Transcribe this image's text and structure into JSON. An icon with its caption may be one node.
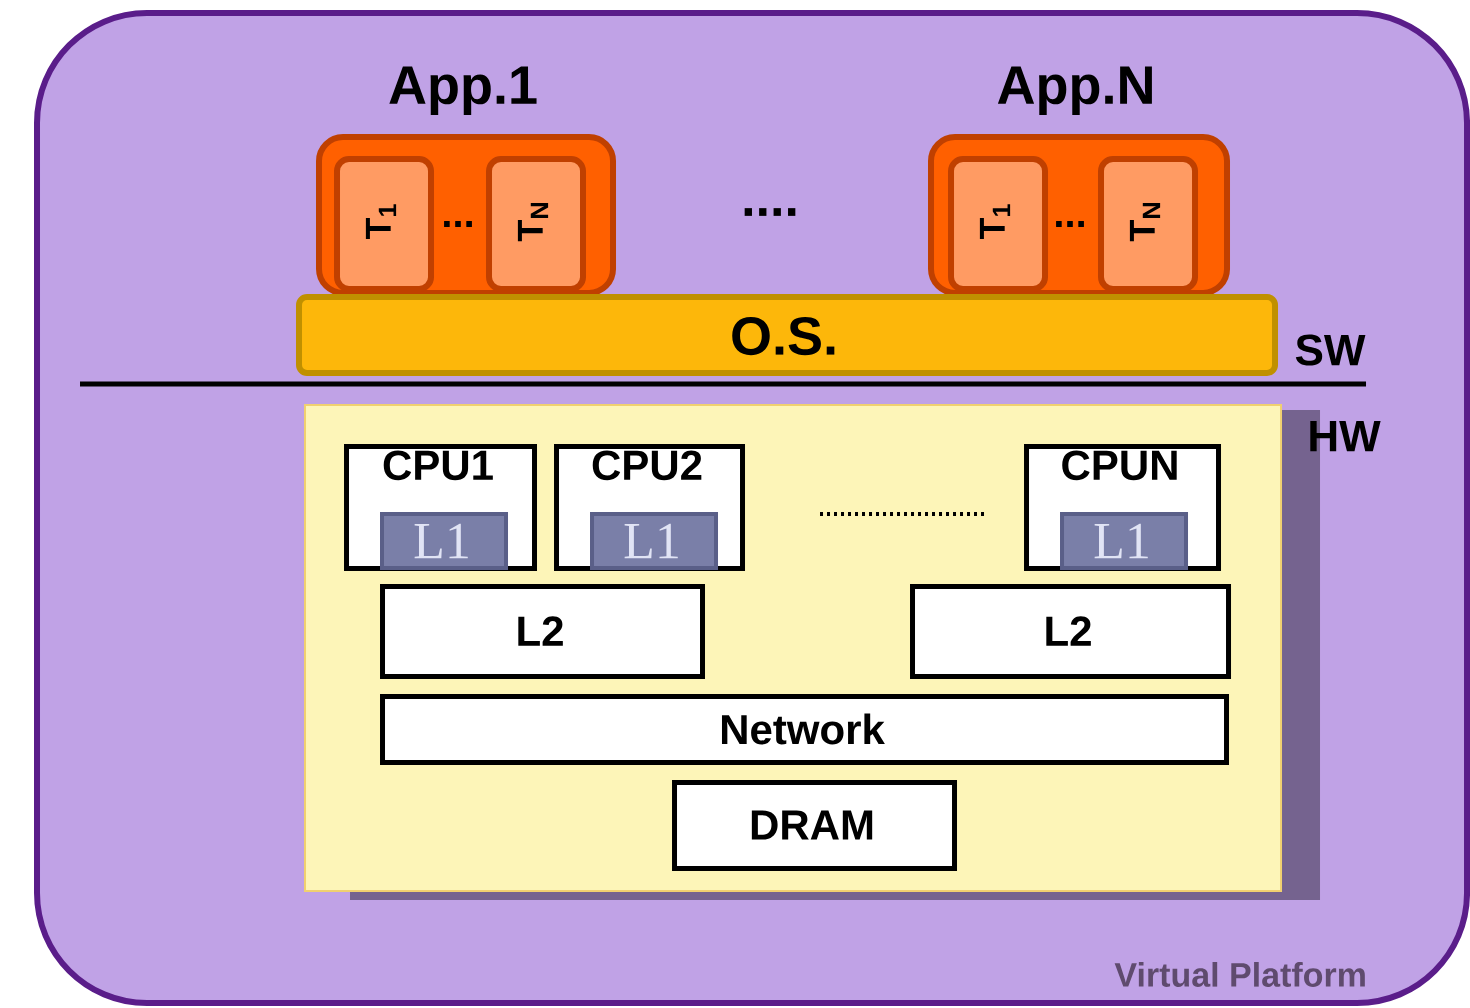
{
  "diagram": {
    "nodes": [
      {
        "text": [
          "Virtual Platform"
        ]
      },
      {
        "text": [
          "App.1"
        ],
        "in": 0
      },
      {
        "text": [
          "T$_{1}$"
        ],
        "in": 1
      },
      {
        "text": [
          "T$_{N}$"
        ],
        "in": 1
      },
      {
        "text": [
          "App.N"
        ],
        "in": 0
      },
      {
        "text": [
          "T$_{1}$"
        ],
        "in": 4
      },
      {
        "text": [
          "T$_{N}$"
        ],
        "in": 4
      },
      {
        "text": [
          "O.S."
        ],
        "in": 0
      },
      {
        "text": [],
        "shape": "box",
        "in": 0
      },
      {
        "text": [
          "CPU1"
        ],
        "in": 8
      },
      {
        "text": [
          "L1"
        ],
        "in": 9
      },
      {
        "text": [
          "CPU2"
        ],
        "in": 8
      },
      {
        "text": [
          "L1"
        ],
        "in": 11
      },
      {
        "text": [
          "CPUN"
        ],
        "in": 8
      },
      {
        "text": [
          "L1"
        ],
        "in": 13
      },
      {
        "text": [
          "L2"
        ],
        "in": 8
      },
      {
        "text": [
          "L2"
        ],
        "in": 8
      },
      {
        "text": [
          "Network"
        ],
        "in": 8
      },
      {
        "text": [
          "DRAM"
        ],
        "in": 8
      }
    ],
    "labels": [
      "...",
      "....",
      "...",
      "SW",
      "HW"
    ]
  }
}
